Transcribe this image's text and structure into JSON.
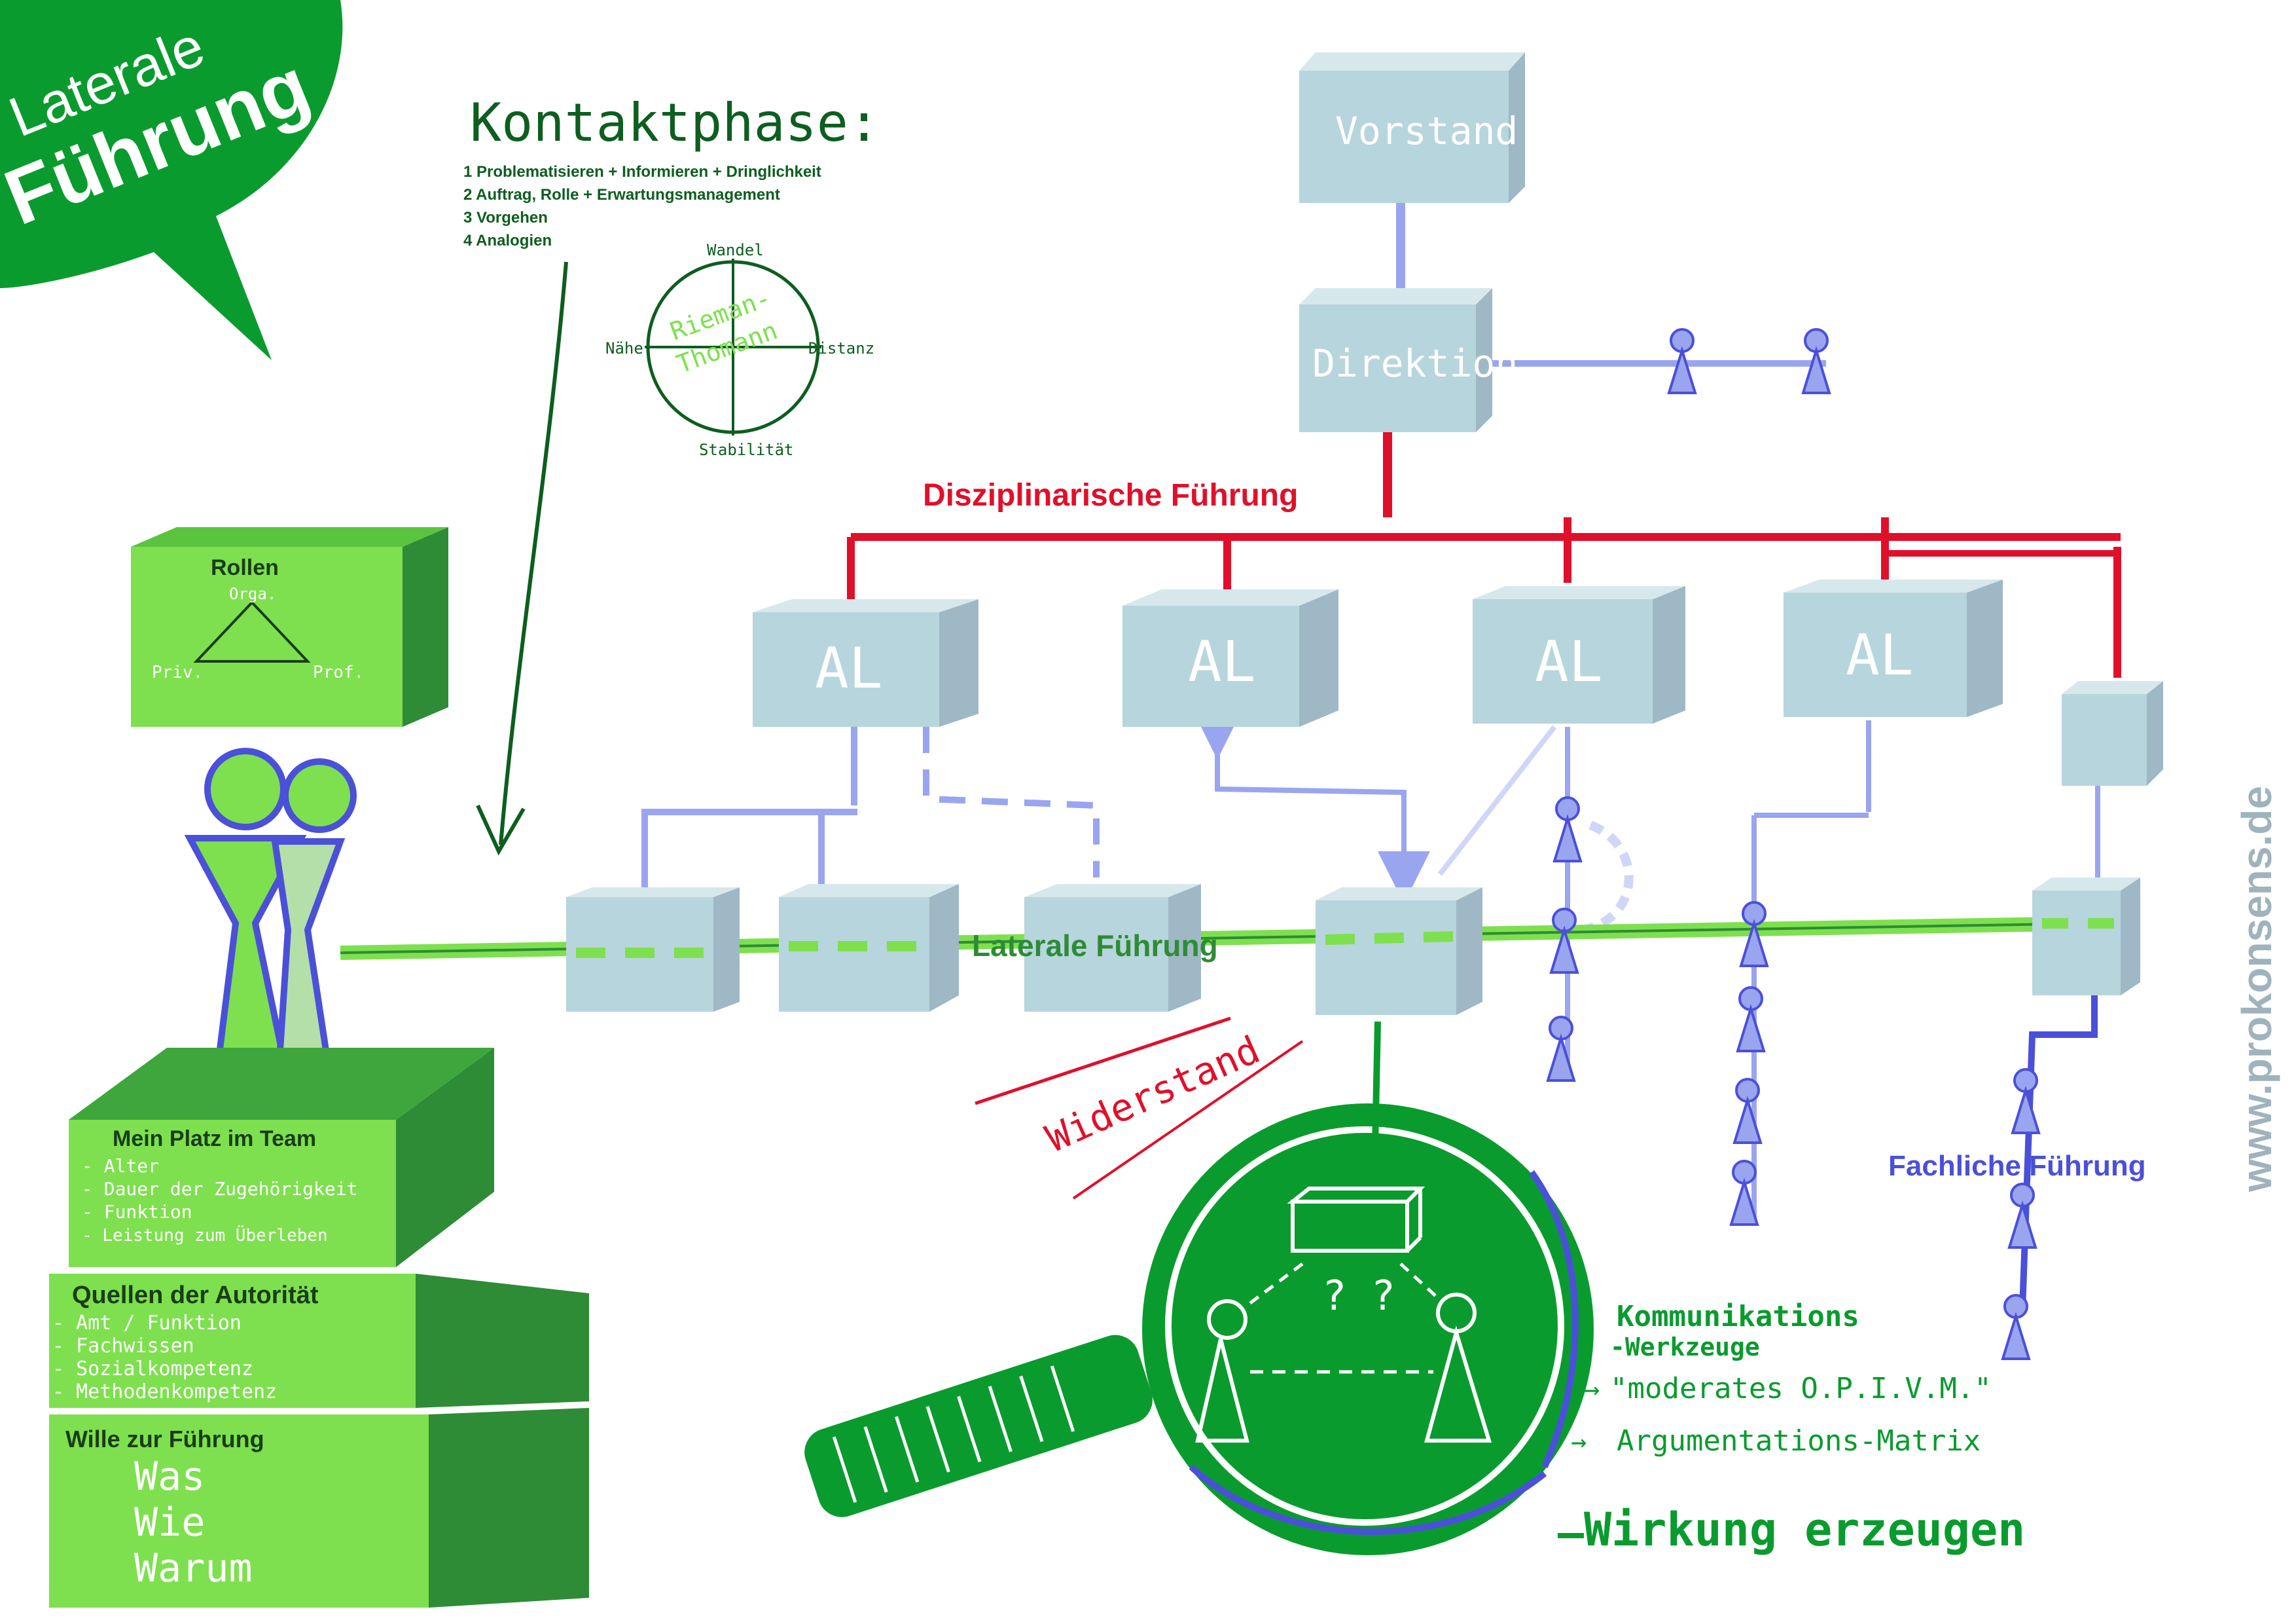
{
  "badge": {
    "line1": "Laterale",
    "line2": "Führung"
  },
  "kontakt": {
    "title": "Kontaktphase:",
    "items": [
      "1  Problematisieren + Informieren + Dringlichkeit",
      "2  Auftrag, Rolle + Erwartungsmanagement",
      "3  Vorgehen",
      "4  Analogien"
    ]
  },
  "riemann": {
    "top": "Wandel",
    "bottom": "Stabilität",
    "left": "Nähe",
    "right": "Distanz",
    "center1": "Rieman-",
    "center2": "Thomann"
  },
  "rollen": {
    "title": "Rollen",
    "top": "Orga.",
    "left": "Priv.",
    "right": "Prof."
  },
  "org": {
    "vorstand": "Vorstand",
    "direktion": "Direktion",
    "al_label": "AL",
    "disziplinarisch": "Disziplinarische Führung",
    "lateral": "Laterale Führung",
    "fachlich": "Fachliche Führung"
  },
  "steps": {
    "platz": {
      "title": "Mein Platz im Team",
      "items": [
        "- Alter",
        "- Dauer der Zugehörigkeit",
        "- Funktion",
        "- Leistung zum Überleben"
      ]
    },
    "quellen": {
      "title": "Quellen der Autorität",
      "items": [
        "- Amt / Funktion",
        "- Fachwissen",
        "- Sozialkompetenz",
        "- Methodenkompetenz"
      ]
    },
    "wille": {
      "title": "Wille zur Führung",
      "items": [
        "Was",
        "Wie",
        "Warum"
      ]
    }
  },
  "widerstand": "Widerstand",
  "magnifier": {
    "symbols": "? ?"
  },
  "tools": {
    "title1": "Kommunikations",
    "title2": "-Werkzeuge",
    "item1": "\"moderates O.P.I.V.M.\"",
    "item2": "Argumentations-Matrix",
    "wirkung": "Wirkung erzeugen"
  },
  "website": "www.prokonsens.de",
  "colors": {
    "green_dark": "#0a9b2e",
    "green_light": "#7ee04e",
    "box_blue": "#b7d5dc",
    "line_blue": "#9aa5f0",
    "line_red": "#e0102a",
    "text_red": "#e0102a",
    "purple": "#4b50d8"
  }
}
